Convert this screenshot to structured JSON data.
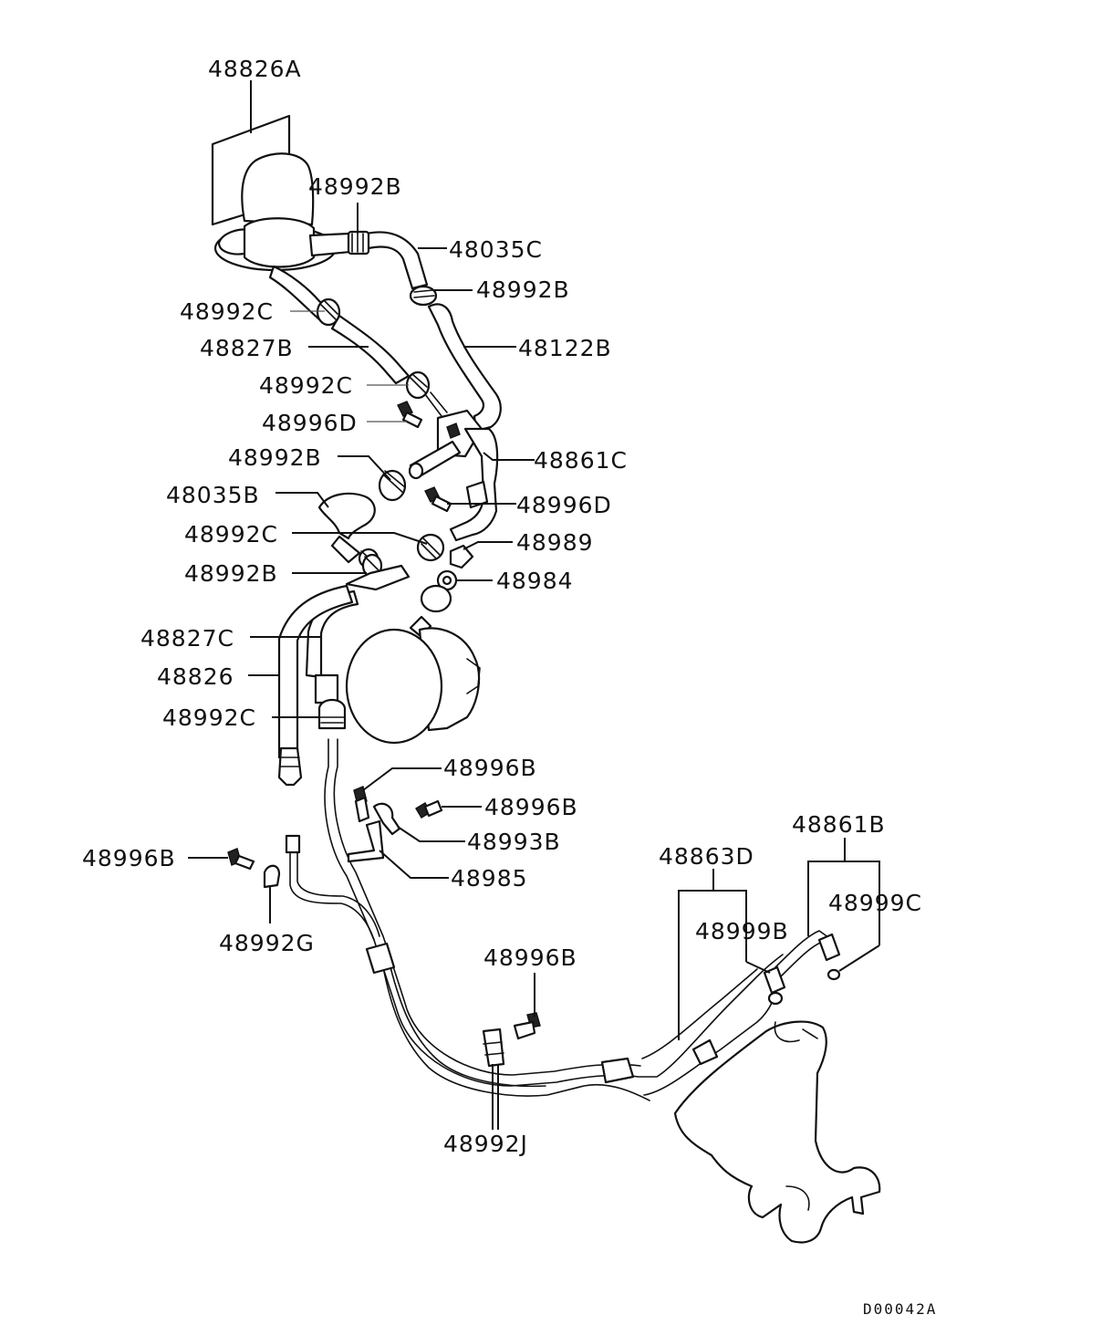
{
  "diagram": {
    "drawing_code": "D00042A",
    "labels": {
      "p48826A": "48826A",
      "p48992B_top": "48992B",
      "p48035C": "48035C",
      "p48992B_r": "48992B",
      "p48992C_1": "48992C",
      "p48827B": "48827B",
      "p48122B": "48122B",
      "p48992C_2": "48992C",
      "p48996D_1": "48996D",
      "p48992B_m": "48992B",
      "p48861C": "48861C",
      "p48035B": "48035B",
      "p48996D_2": "48996D",
      "p48992C_3": "48992C",
      "p48989": "48989",
      "p48992B_l": "48992B",
      "p48984": "48984",
      "p48827C": "48827C",
      "p48826": "48826",
      "p48992C_4": "48992C",
      "p48996B_1": "48996B",
      "p48996B_2": "48996B",
      "p48993B": "48993B",
      "p48996B_3": "48996B",
      "p48985": "48985",
      "p48992G": "48992G",
      "p48863D": "48863D",
      "p48861B": "48861B",
      "p48999C": "48999C",
      "p48999B": "48999B",
      "p48996B_4": "48996B",
      "p48992J": "48992J"
    }
  }
}
